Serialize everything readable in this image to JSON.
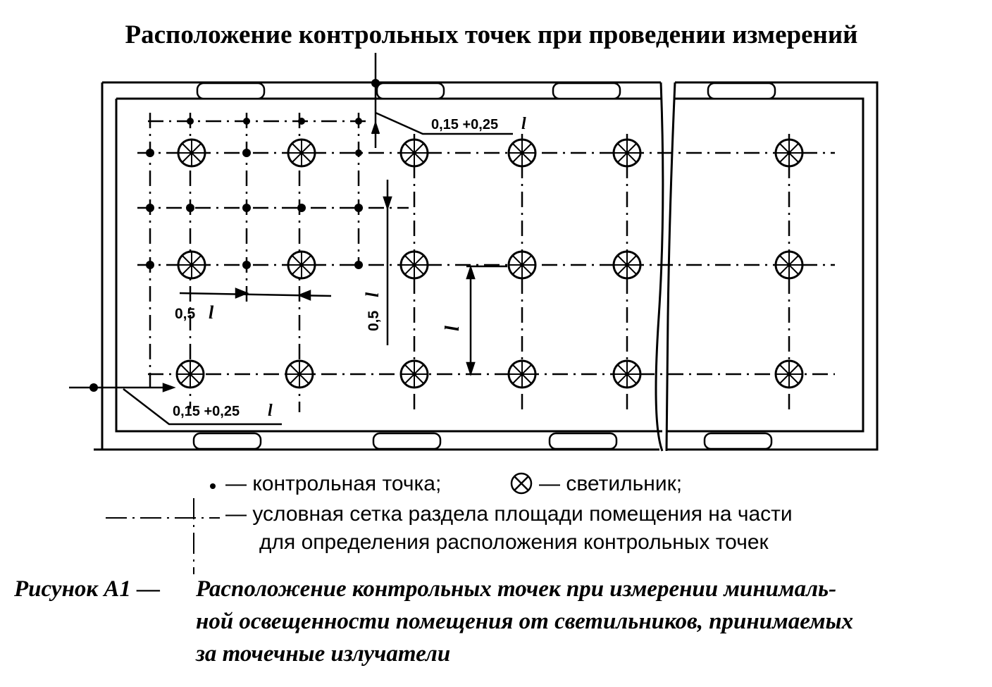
{
  "title": "Расположение контрольных точек при проведении измерений",
  "dimensions": {
    "top_offset": "0,15 +0,25",
    "bottom_offset": "0,15 +0,25",
    "horiz_half": "0,5",
    "vert_half": "0,5",
    "spacing_symbol": "l"
  },
  "legend": {
    "point_text": "— контрольная точка;",
    "luminaire_text": "— светильник;",
    "grid_text_line1": "— условная сетка раздела площади помещения на части",
    "grid_text_line2": "для определения расположения контрольных точек"
  },
  "caption": {
    "label": "Рисунок А1 —",
    "line1": "Расположение контрольных точек при измерении минималь-",
    "line2": "ной освещенности помещения от светильников, принимаемых",
    "line3": "за точечные излучатели"
  },
  "colors": {
    "ink": "#000000",
    "paper": "#ffffff"
  }
}
